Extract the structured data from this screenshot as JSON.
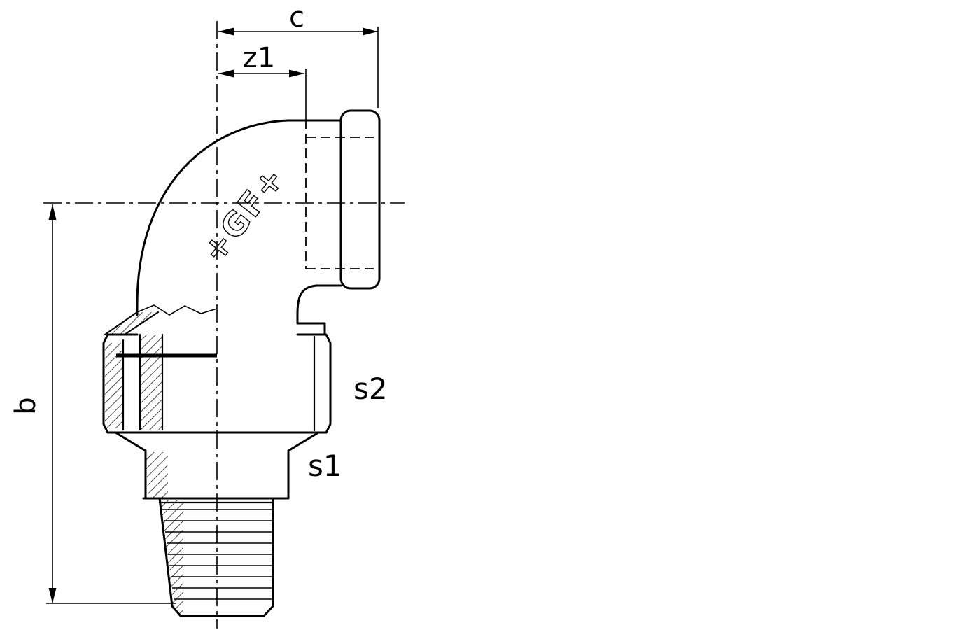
{
  "drawing": {
    "background": "#ffffff",
    "line_color": "#000000",
    "logo": "+GF+",
    "dimensions": {
      "c": {
        "label": "c"
      },
      "z1": {
        "label": "z1"
      },
      "b": {
        "label": "b"
      }
    },
    "part_labels": {
      "s2": "s2",
      "s1": "s1"
    }
  }
}
